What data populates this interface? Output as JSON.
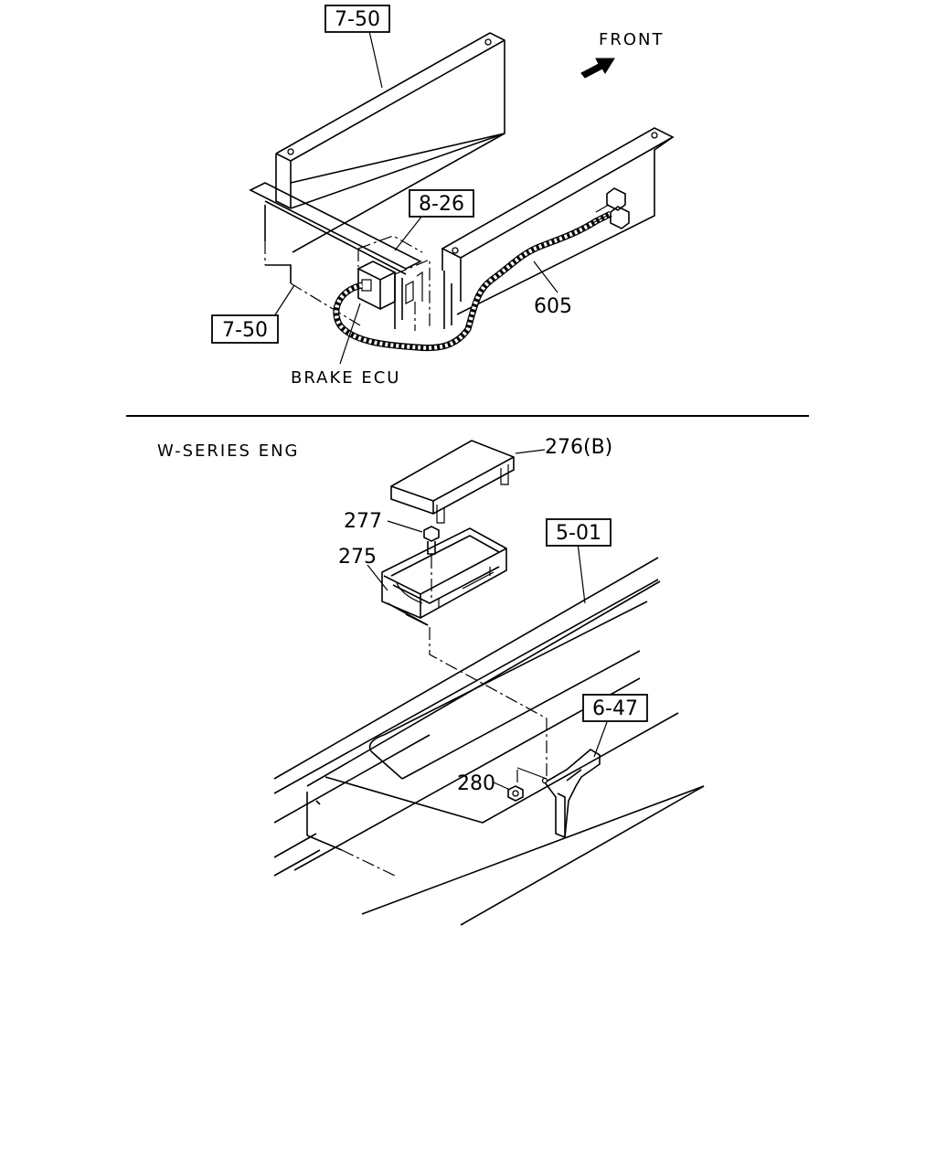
{
  "upper_view": {
    "callouts": {
      "ref_top": "7-50",
      "ref_left": "7-50",
      "ref_bracket": "8-26",
      "harness": "605"
    },
    "labels": {
      "front": "FRONT",
      "brake_ecu": "BRAKE ECU"
    }
  },
  "lower_view": {
    "title": "W-SERIES ENG",
    "callouts": {
      "cover": "276(B)",
      "bolt": "277",
      "tray": "275",
      "ref_frame": "5-01",
      "ref_bracket": "6-47",
      "nut": "280"
    }
  },
  "colors": {
    "line": "#000000",
    "background": "#ffffff"
  }
}
